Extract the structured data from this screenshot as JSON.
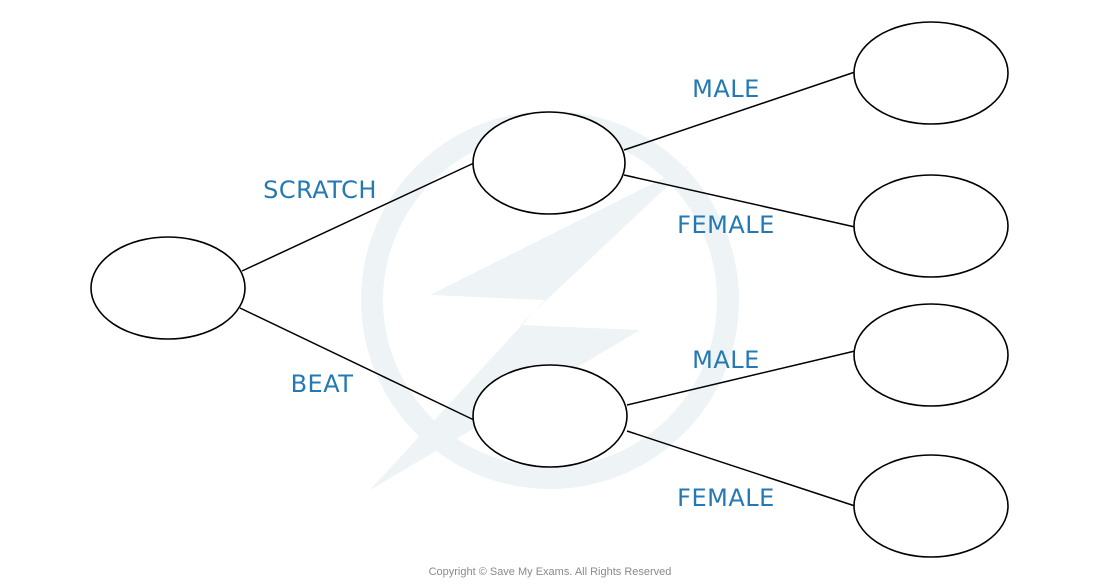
{
  "colors": {
    "label": "#2479b5",
    "watermark": "#eef3f6",
    "line": "#000000"
  },
  "diagram": {
    "type": "probability-tree",
    "first_stage": {
      "upper_label": "SCRATCH",
      "lower_label": "BEAT"
    },
    "second_stage": {
      "upper": {
        "upper_label": "MALE",
        "lower_label": "FEMALE"
      },
      "lower": {
        "upper_label": "MALE",
        "lower_label": "FEMALE"
      }
    }
  },
  "footer": {
    "copyright": "Copyright © Save My Exams. All Rights Reserved"
  },
  "watermark": {
    "icon": "lightning-bolt-icon"
  }
}
